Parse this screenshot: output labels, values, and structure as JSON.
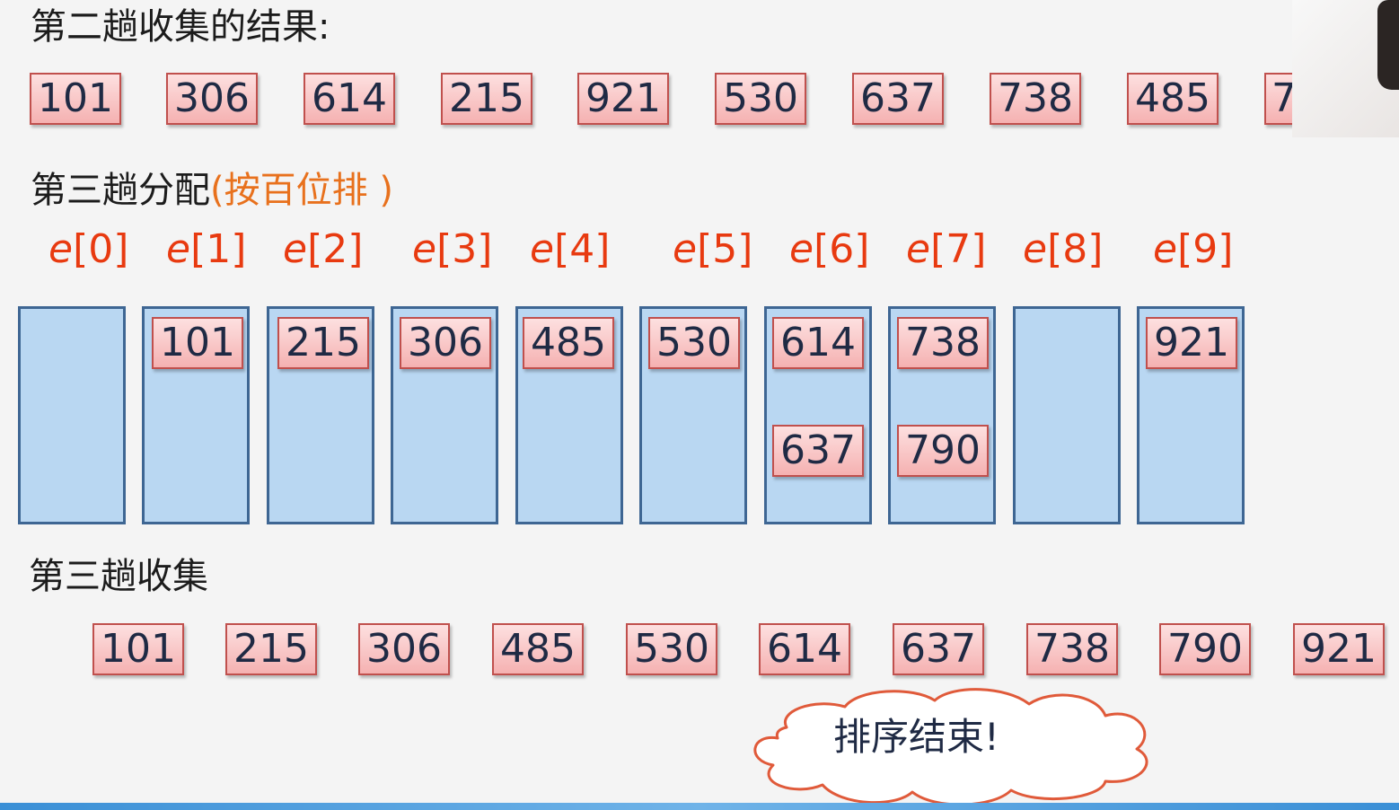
{
  "pass2": {
    "title": "第二趟收集的结果:",
    "values": [
      "101",
      "306",
      "614",
      "215",
      "921",
      "530",
      "637",
      "738",
      "485",
      "7"
    ]
  },
  "pass3_dist": {
    "title": "第三趟分配",
    "subtitle": "(按百位排 )",
    "buckets": [
      {
        "label_e": "e",
        "label_idx": "[0]",
        "items": []
      },
      {
        "label_e": "e",
        "label_idx": "[1]",
        "items": [
          "101"
        ]
      },
      {
        "label_e": "e",
        "label_idx": "[2]",
        "items": [
          "215"
        ]
      },
      {
        "label_e": "e",
        "label_idx": "[3]",
        "items": [
          "306"
        ]
      },
      {
        "label_e": "e",
        "label_idx": "[4]",
        "items": [
          "485"
        ]
      },
      {
        "label_e": "e",
        "label_idx": "[5]",
        "items": [
          "530"
        ]
      },
      {
        "label_e": "e",
        "label_idx": "[6]",
        "items": [
          "614",
          "637"
        ]
      },
      {
        "label_e": "e",
        "label_idx": "[7]",
        "items": [
          "738",
          "790"
        ]
      },
      {
        "label_e": "e",
        "label_idx": "[8]",
        "items": []
      },
      {
        "label_e": "e",
        "label_idx": "[9]",
        "items": [
          "921"
        ]
      }
    ]
  },
  "pass3_collect": {
    "title": "第三趟收集",
    "values": [
      "101",
      "215",
      "306",
      "485",
      "530",
      "614",
      "637",
      "738",
      "790",
      "921"
    ]
  },
  "callout": "排序结束!",
  "colors": {
    "box_fill": "#f5b1b1",
    "box_border": "#c0504d",
    "bucket_fill": "#b9d7f2",
    "bucket_border": "#3e6693",
    "label_red": "#e83a10",
    "subtitle_orange": "#e8711d"
  }
}
